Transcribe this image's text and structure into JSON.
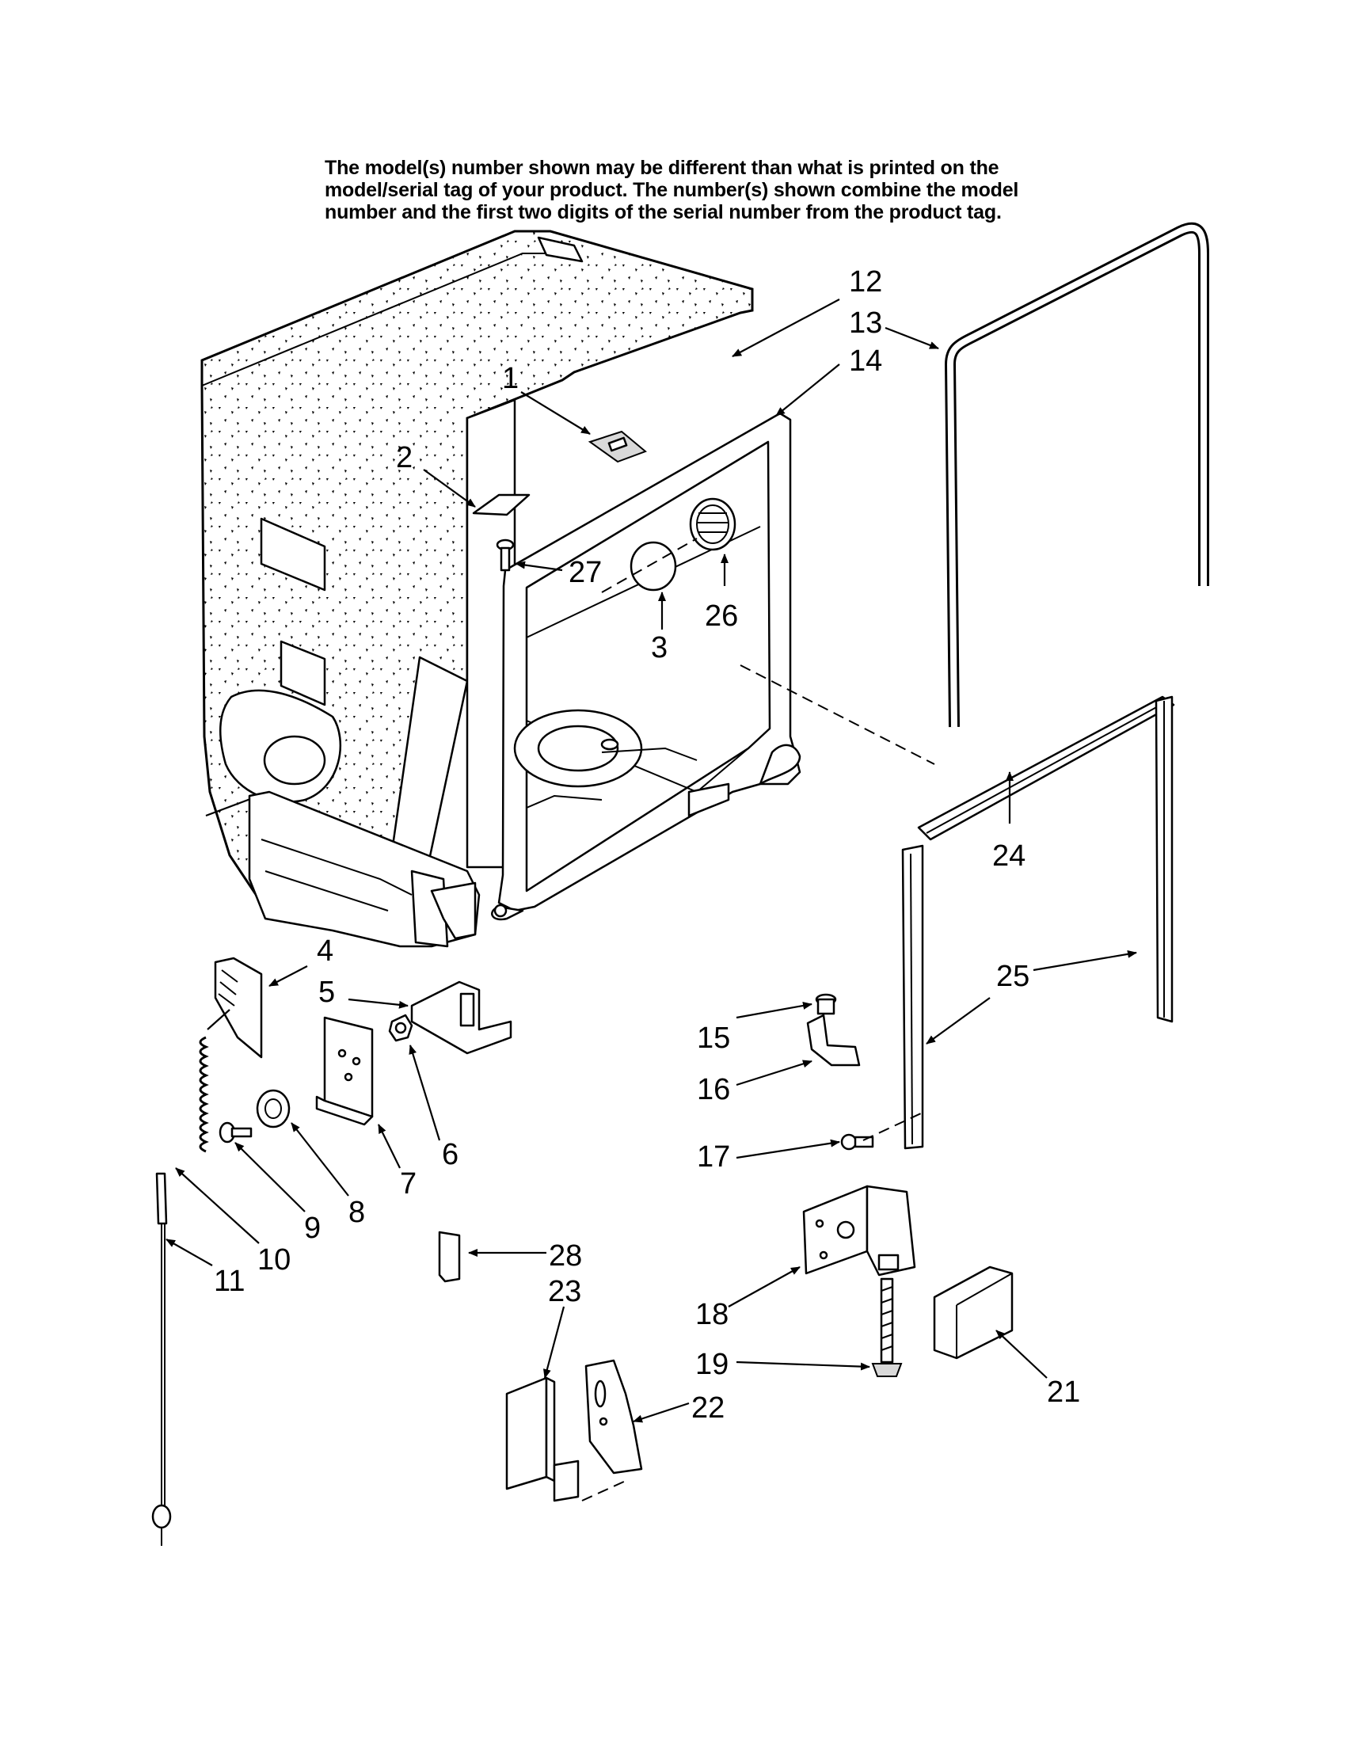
{
  "notice": {
    "line1": "The model(s) number shown may be different than what is printed on the",
    "line2": "model/serial tag of your product. The number(s) shown combine the model",
    "line3": "number and the first two digits of the serial number from the product tag."
  },
  "callouts": {
    "c1": "1",
    "c2": "2",
    "c3": "3",
    "c4": "4",
    "c5": "5",
    "c6": "6",
    "c7": "7",
    "c8": "8",
    "c9": "9",
    "c10": "10",
    "c11": "11",
    "c12": "12",
    "c13": "13",
    "c14": "14",
    "c15": "15",
    "c16": "16",
    "c17": "17",
    "c18": "18",
    "c19": "19",
    "c21": "21",
    "c22": "22",
    "c23": "23",
    "c24": "24",
    "c25": "25",
    "c26": "26",
    "c27": "27",
    "c28": "28"
  }
}
